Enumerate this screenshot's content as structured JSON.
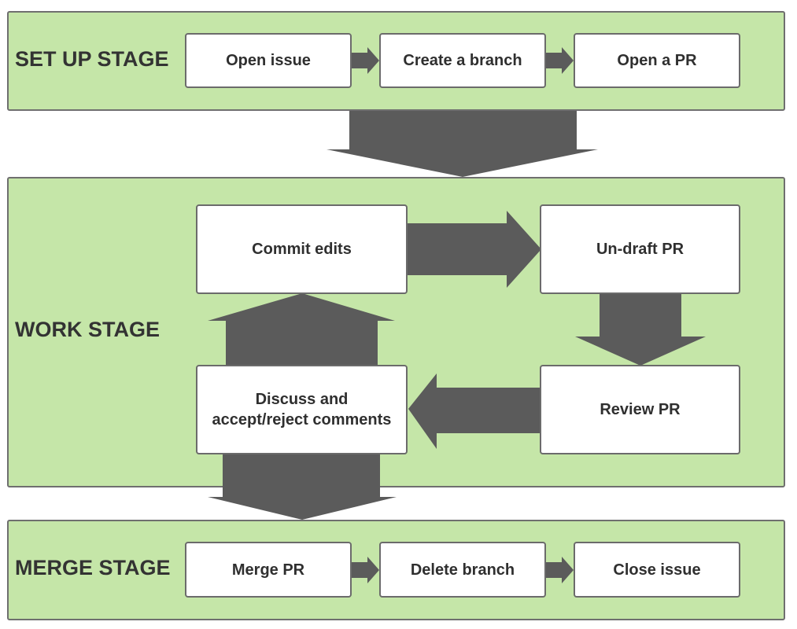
{
  "stages": {
    "setup": {
      "label": "SET UP STAGE",
      "steps": [
        "Open issue",
        "Create a branch",
        "Open a PR"
      ]
    },
    "work": {
      "label": "WORK STAGE",
      "steps": {
        "commit": "Commit edits",
        "undraft": "Un-draft PR",
        "review": "Review PR",
        "discuss": "Discuss and\naccept/reject comments"
      }
    },
    "merge": {
      "label": "MERGE STAGE",
      "steps": [
        "Merge PR",
        "Delete branch",
        "Close issue"
      ]
    }
  },
  "colors": {
    "stage_fill": "#c5e6a8",
    "arrow": "#5b5b5b",
    "box_fill": "#ffffff"
  }
}
